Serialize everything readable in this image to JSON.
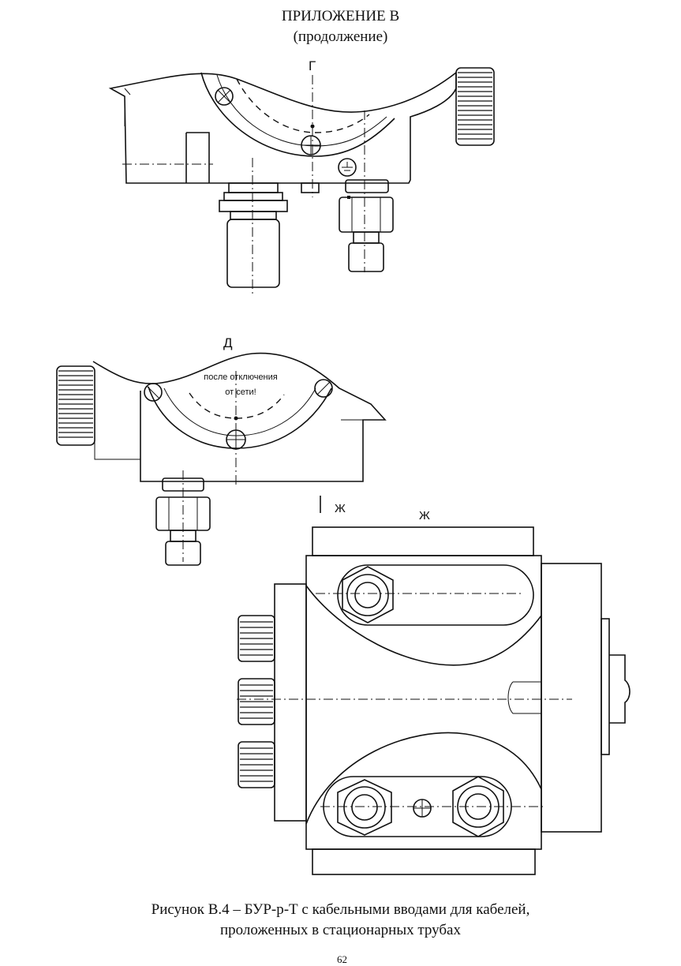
{
  "header": {
    "title": "ПРИЛОЖЕНИЕ В",
    "subtitle": "(продолжение)"
  },
  "views": {
    "view_g": {
      "label": "Г"
    },
    "view_d": {
      "label": "Д",
      "warning_line1": "после отключения",
      "warning_line2": "от сети!"
    },
    "view_zh": {
      "section_mark": "Ж",
      "label": "Ж"
    }
  },
  "caption": {
    "line1": "Рисунок В.4 – БУР-р-Т с кабельными вводами для кабелей,",
    "line2": "проложенных в стационарных трубах"
  },
  "page_number": "62"
}
